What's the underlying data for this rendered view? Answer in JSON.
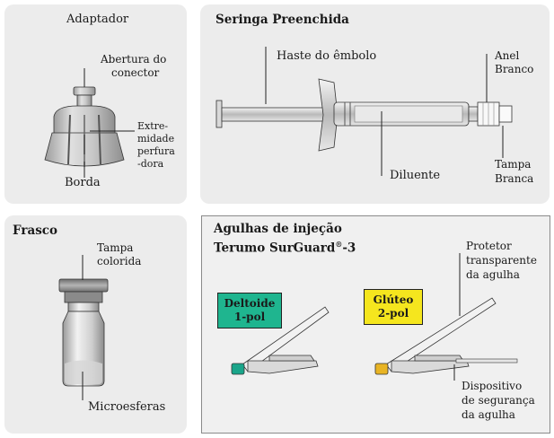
{
  "adaptador": {
    "title": "Adaptador",
    "abertura_line1": "Abertura do",
    "abertura_line2": "conector",
    "extremidade_line1": "Extre-",
    "extremidade_line2": "midade",
    "extremidade_line3": "perfura",
    "extremidade_line4": "-dora",
    "borda": "Borda"
  },
  "seringa": {
    "title": "Seringa Preenchida",
    "haste": "Haste do êmbolo",
    "anel_line1": "Anel",
    "anel_line2": "Branco",
    "diluente": "Diluente",
    "tampa_line1": "Tampa",
    "tampa_line2": "Branca"
  },
  "frasco": {
    "title": "Frasco",
    "tampa_line1": "Tampa",
    "tampa_line2": "colorida",
    "microesferas": "Microesferas"
  },
  "agulhas": {
    "title_line1": "Agulhas de injeção",
    "title_line2_pre": "Terumo SurGuard",
    "title_line2_sup": "®",
    "title_line2_post": "-3",
    "deltoide_line1": "Deltoide",
    "deltoide_line2": "1-pol",
    "gluteo_line1": "Glúteo",
    "gluteo_line2": "2-pol",
    "protetor_line1": "Protetor",
    "protetor_line2": "transparente",
    "protetor_line3": "da agulha",
    "dispositivo_line1": "Dispositivo",
    "dispositivo_line2": "de segurança",
    "dispositivo_line3": "da agulha"
  },
  "colors": {
    "panel_bg": "#ececec",
    "deltoide_badge": "#1fb58f",
    "gluteo_badge": "#f5e61e",
    "deltoide_hub": "#1aa58a",
    "gluteo_hub": "#e8b424"
  }
}
